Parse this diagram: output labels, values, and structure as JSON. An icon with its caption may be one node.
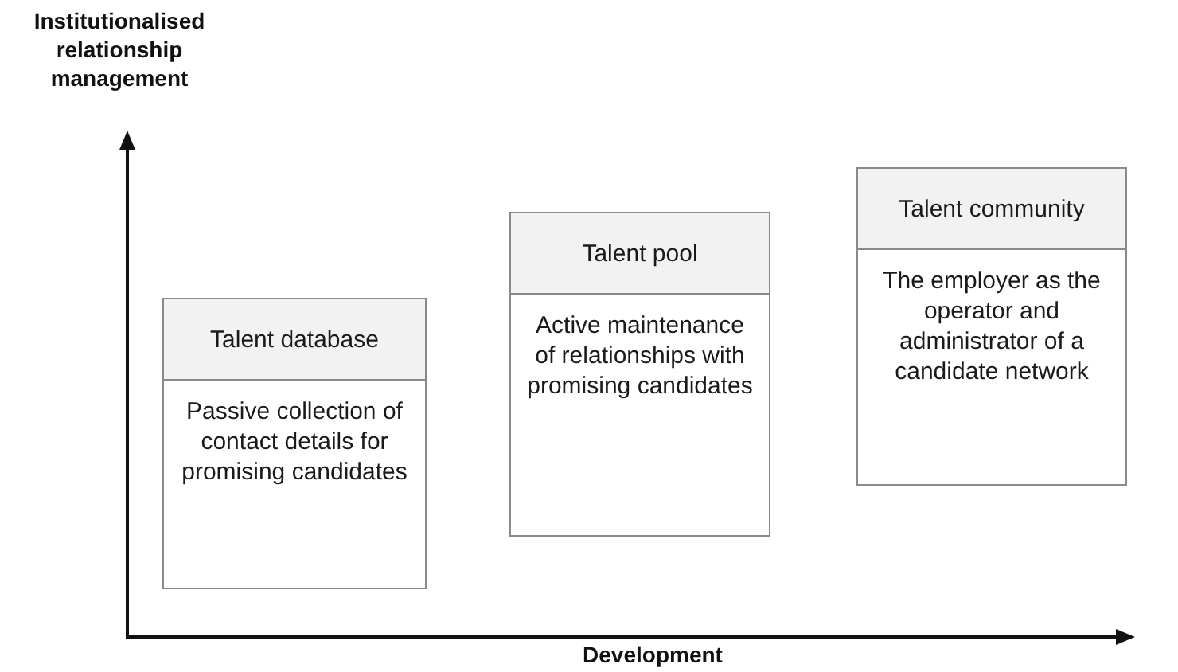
{
  "diagram": {
    "nodes": [
      {
        "text": [
          "Talent database",
          "Passive collection of contact details for promising candidates"
        ]
      },
      {
        "text": [
          "Talent pool",
          "Active maintenance of relationships with promising candidates"
        ]
      },
      {
        "text": [
          "Talent community",
          "The employer as the operator and administrator of a candidate network"
        ]
      }
    ],
    "labels": [
      "Institutionalised relationship management",
      "Development"
    ]
  }
}
